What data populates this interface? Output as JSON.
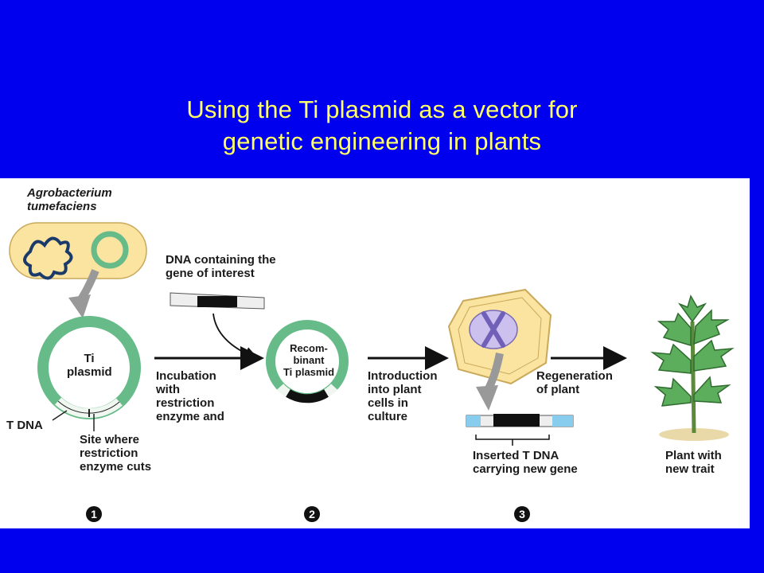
{
  "slide": {
    "title_line1": "Using the Ti plasmid as a vector for",
    "title_line2": "genetic engineering in plants"
  },
  "diagram": {
    "labels": {
      "agrobacterium": "Agrobacterium\ntumefaciens",
      "dna_interest": "DNA containing the\ngene of interest",
      "ti_plasmid": "Ti\nplasmid",
      "recombinant": "Recom-\nbinant\nTi plasmid",
      "t_dna": "T DNA",
      "site_cut": "Site where\nrestriction\nenzyme cuts",
      "incubation": "Incubation\nwith\nrestriction\nenzyme and",
      "introduction": "Introduction\ninto plant\ncells in\nculture",
      "regeneration": "Regeneration\nof plant",
      "inserted": "Inserted T DNA\ncarrying new gene",
      "plant_trait": "Plant with\nnew trait"
    },
    "steps": [
      "1",
      "2",
      "3"
    ],
    "colors": {
      "background": "#0000ee",
      "title": "#ffff66",
      "plasmid": "#66bb88",
      "bacterium": "#fbe3a0",
      "plant_cell": "#fbe3a0",
      "chromosome": "#a89ad6",
      "plant": "#5cae5c",
      "host_dna": "#88ccee"
    }
  }
}
